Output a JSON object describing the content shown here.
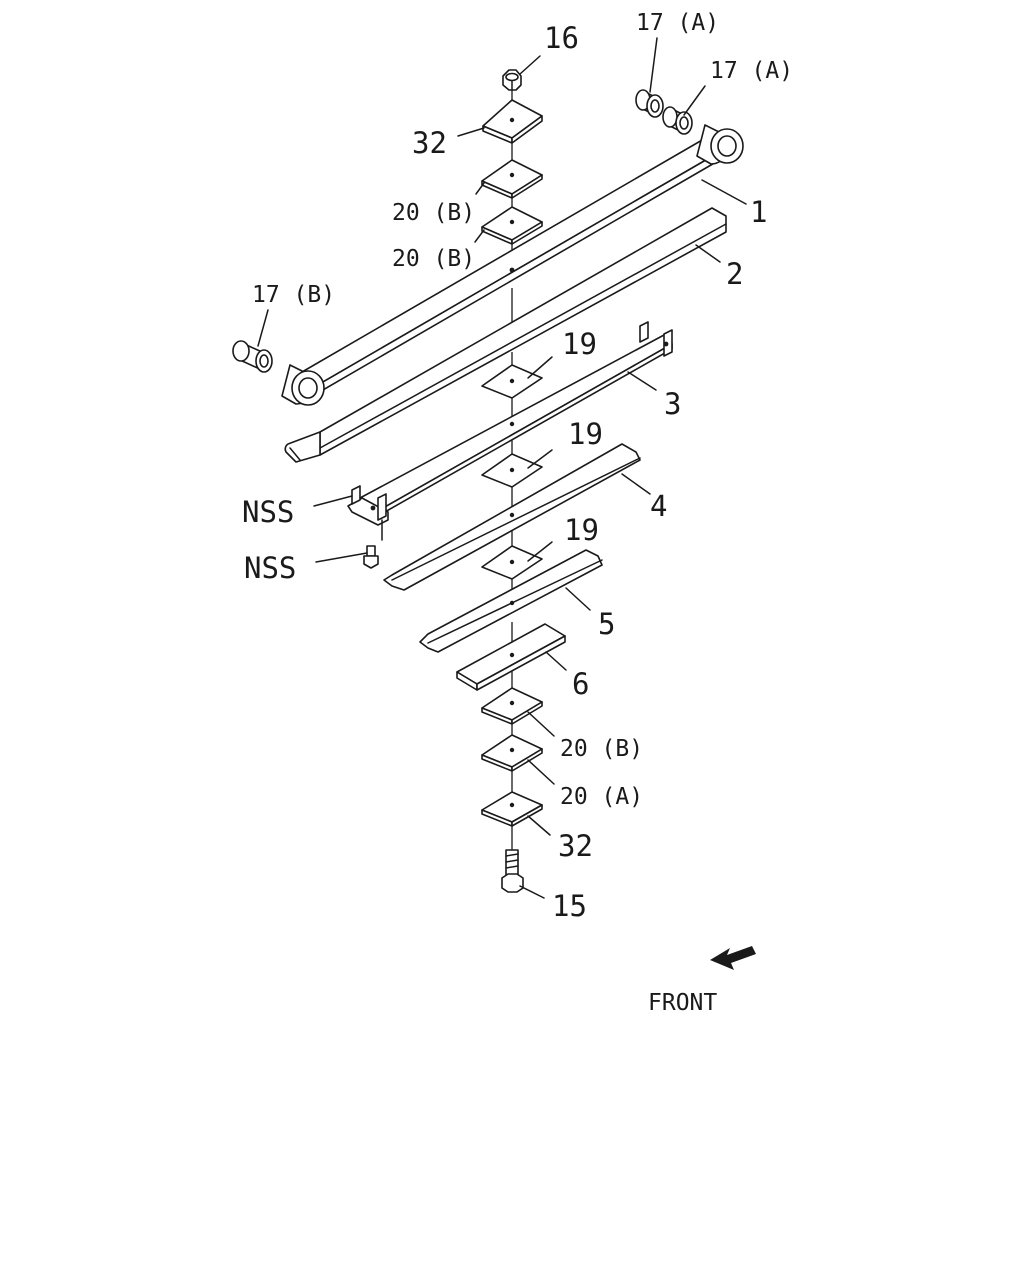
{
  "diagram": {
    "callouts": [
      {
        "id": "c16",
        "text": "16"
      },
      {
        "id": "c17a1",
        "text": "17 (A)"
      },
      {
        "id": "c17a2",
        "text": "17 (A)"
      },
      {
        "id": "c32t",
        "text": "32"
      },
      {
        "id": "c20b1",
        "text": "20 (B)"
      },
      {
        "id": "c20b2",
        "text": "20 (B)"
      },
      {
        "id": "c1",
        "text": "1"
      },
      {
        "id": "c2",
        "text": "2"
      },
      {
        "id": "c17b",
        "text": "17 (B)"
      },
      {
        "id": "c19a",
        "text": "19"
      },
      {
        "id": "c3",
        "text": "3"
      },
      {
        "id": "c19b",
        "text": "19"
      },
      {
        "id": "c4",
        "text": "4"
      },
      {
        "id": "cnss1",
        "text": "NSS"
      },
      {
        "id": "cnss2",
        "text": "NSS"
      },
      {
        "id": "c19c",
        "text": "19"
      },
      {
        "id": "c5",
        "text": "5"
      },
      {
        "id": "c6",
        "text": "6"
      },
      {
        "id": "c20b3",
        "text": "20 (B)"
      },
      {
        "id": "c20a",
        "text": "20 (A)"
      },
      {
        "id": "c32b",
        "text": "32"
      },
      {
        "id": "c15",
        "text": "15"
      }
    ],
    "front_label": "FRONT"
  }
}
